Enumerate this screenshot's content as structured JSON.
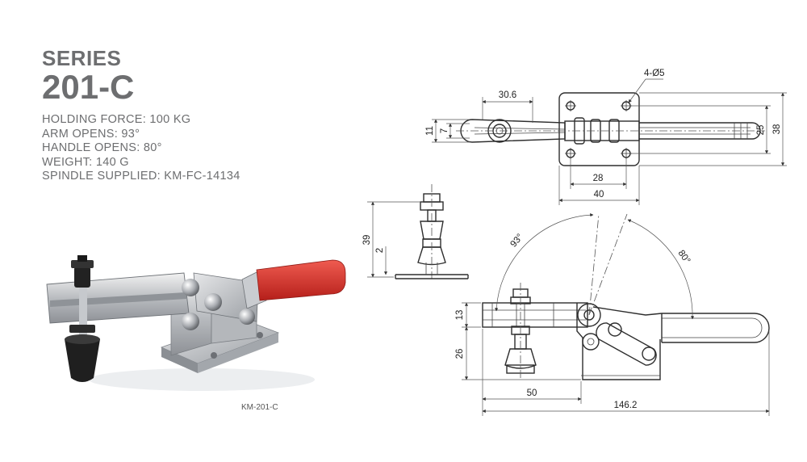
{
  "spec": {
    "series_label": "SERIES",
    "model": "201-C",
    "lines": [
      "HOLDING FORCE: 100 KG",
      "ARM OPENS: 93°",
      "HANDLE OPENS: 80°",
      "WEIGHT: 140 G",
      "SPINDLE SUPPLIED: KM-FC-14134"
    ]
  },
  "photo_caption": "KM-201-C",
  "dimensions": {
    "top_width": "30.6",
    "hole_label": "4-Ø5",
    "left_outer": "11",
    "left_inner": "7",
    "right_inner": "25",
    "right_outer": "38",
    "base_inner": "28",
    "base_outer": "40",
    "spindle_height": "39",
    "spindle_thread": "2",
    "arm_angle": "93°",
    "handle_angle": "80°",
    "side_upper": "13",
    "side_lower": "26",
    "bottom_reach": "50",
    "bottom_total": "146.2"
  },
  "colors": {
    "text": "#6d6e70",
    "handle_red": "#d42a2a",
    "line": "#2e2e2e"
  }
}
